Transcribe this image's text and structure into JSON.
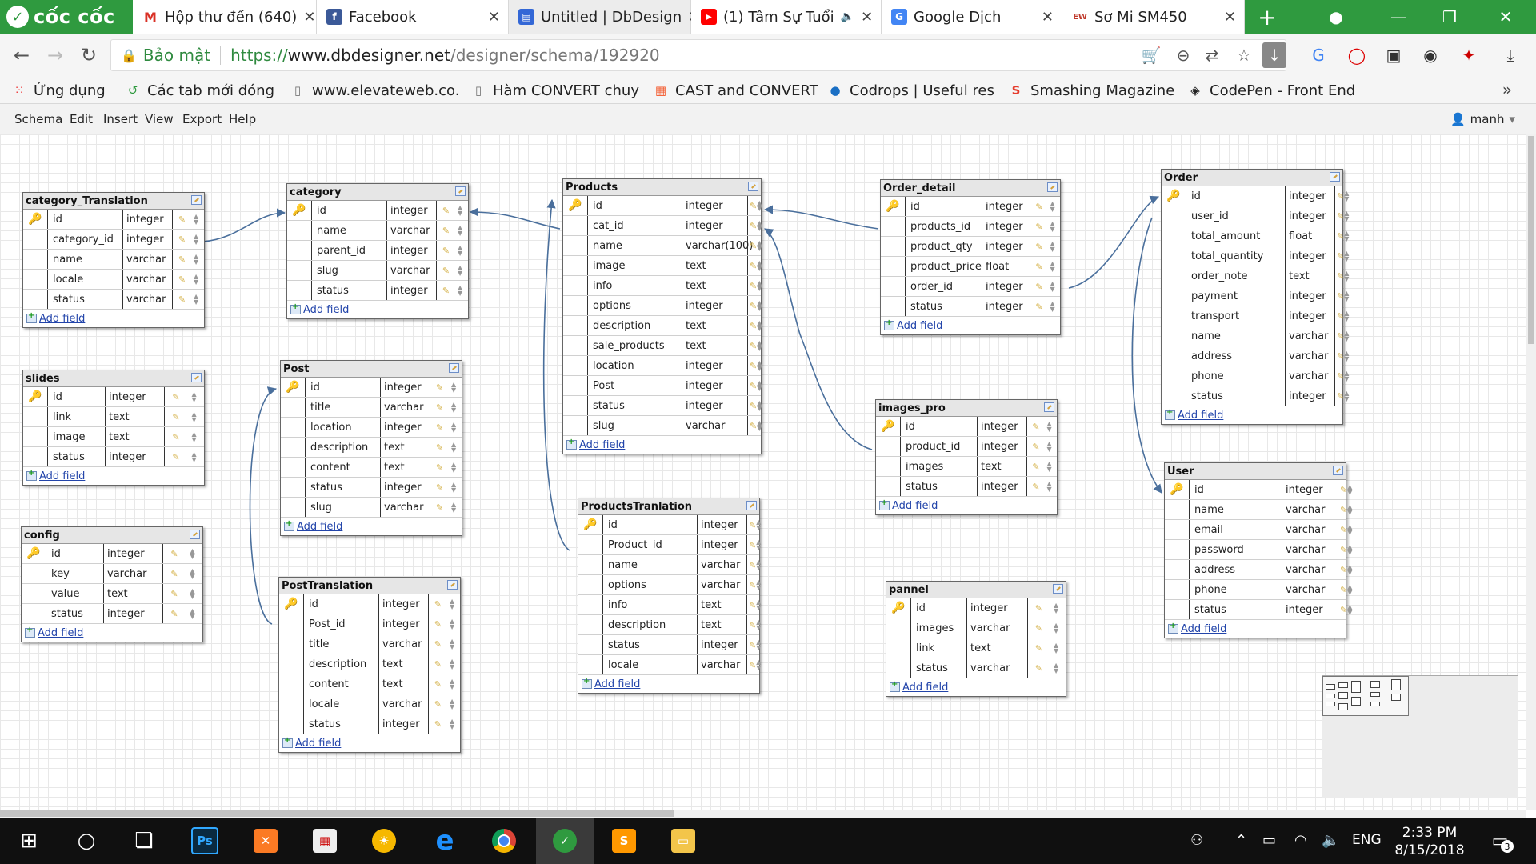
{
  "browser": {
    "brand": "cốc cốc",
    "tabs": [
      {
        "title": "Hộp thư đến (640)",
        "icon": "gmail-icon",
        "color": "#d93025"
      },
      {
        "title": "Facebook",
        "icon": "facebook-icon",
        "color": "#3b5998"
      },
      {
        "title": "Untitled | DbDesign",
        "icon": "dbdesigner-icon",
        "color": "#3367d6",
        "active": true
      },
      {
        "title": "(1) Tâm Sự Tuổi",
        "icon": "youtube-icon",
        "color": "#ff0000",
        "muted": true
      },
      {
        "title": "Google Dịch",
        "icon": "google-translate-icon",
        "color": "#4285f4"
      },
      {
        "title": "Sơ Mi SM450",
        "icon": "shop-icon",
        "color": "#c0392b"
      }
    ],
    "address": {
      "secure_label": "Bảo mật",
      "url_scheme": "https://",
      "url_host": "www.dbdesigner.net",
      "url_path": "/designer/schema/192920"
    },
    "bookmarks": [
      {
        "label": "Ứng dụng",
        "icon": "apps-icon"
      },
      {
        "label": "Các tab mới đóng",
        "icon": "recent-tabs-icon"
      },
      {
        "label": "www.elevateweb.co.",
        "icon": "page-icon"
      },
      {
        "label": "Hàm CONVERT chuy",
        "icon": "page-icon"
      },
      {
        "label": "CAST and CONVERT",
        "icon": "microsoft-icon"
      },
      {
        "label": "Codrops | Useful res",
        "icon": "codrops-icon"
      },
      {
        "label": "Smashing Magazine",
        "icon": "smashing-icon"
      },
      {
        "label": "CodePen - Front End",
        "icon": "codepen-icon"
      }
    ]
  },
  "app": {
    "menu": [
      "Schema",
      "Edit",
      "Insert",
      "View",
      "Export",
      "Help"
    ],
    "user": "manh",
    "add_field_label": "Add field"
  },
  "tables": [
    {
      "name": "category_Translation",
      "fields": [
        {
          "name": "id",
          "type": "integer",
          "pk": true
        },
        {
          "name": "category_id",
          "type": "integer"
        },
        {
          "name": "name",
          "type": "varchar"
        },
        {
          "name": "locale",
          "type": "varchar"
        },
        {
          "name": "status",
          "type": "varchar"
        }
      ]
    },
    {
      "name": "category",
      "fields": [
        {
          "name": "id",
          "type": "integer",
          "pk": true
        },
        {
          "name": "name",
          "type": "varchar"
        },
        {
          "name": "parent_id",
          "type": "integer"
        },
        {
          "name": "slug",
          "type": "varchar"
        },
        {
          "name": "status",
          "type": "integer"
        }
      ]
    },
    {
      "name": "Products",
      "fields": [
        {
          "name": "id",
          "type": "integer",
          "pk": true
        },
        {
          "name": "cat_id",
          "type": "integer"
        },
        {
          "name": "name",
          "type": "varchar(100)"
        },
        {
          "name": "image",
          "type": "text"
        },
        {
          "name": "info",
          "type": "text"
        },
        {
          "name": "options",
          "type": "integer"
        },
        {
          "name": "description",
          "type": "text"
        },
        {
          "name": "sale_products",
          "type": "text"
        },
        {
          "name": "location",
          "type": "integer"
        },
        {
          "name": "Post",
          "type": "integer"
        },
        {
          "name": "status",
          "type": "integer"
        },
        {
          "name": "slug",
          "type": "varchar"
        }
      ]
    },
    {
      "name": "Order_detail",
      "fields": [
        {
          "name": "id",
          "type": "integer",
          "pk": true
        },
        {
          "name": "products_id",
          "type": "integer"
        },
        {
          "name": "product_qty",
          "type": "integer"
        },
        {
          "name": "product_price",
          "type": "float"
        },
        {
          "name": "order_id",
          "type": "integer"
        },
        {
          "name": "status",
          "type": "integer"
        }
      ]
    },
    {
      "name": "Order",
      "fields": [
        {
          "name": "id",
          "type": "integer",
          "pk": true
        },
        {
          "name": "user_id",
          "type": "integer"
        },
        {
          "name": "total_amount",
          "type": "float"
        },
        {
          "name": "total_quantity",
          "type": "integer"
        },
        {
          "name": "order_note",
          "type": "text"
        },
        {
          "name": "payment",
          "type": "integer"
        },
        {
          "name": "transport",
          "type": "integer"
        },
        {
          "name": "name",
          "type": "varchar"
        },
        {
          "name": "address",
          "type": "varchar"
        },
        {
          "name": "phone",
          "type": "varchar"
        },
        {
          "name": "status",
          "type": "integer"
        }
      ]
    },
    {
      "name": "slides",
      "fields": [
        {
          "name": "id",
          "type": "integer",
          "pk": true
        },
        {
          "name": "link",
          "type": "text"
        },
        {
          "name": "image",
          "type": "text"
        },
        {
          "name": "status",
          "type": "integer"
        }
      ]
    },
    {
      "name": "Post",
      "fields": [
        {
          "name": "id",
          "type": "integer",
          "pk": true
        },
        {
          "name": "title",
          "type": "varchar"
        },
        {
          "name": "location",
          "type": "integer"
        },
        {
          "name": "description",
          "type": "text"
        },
        {
          "name": "content",
          "type": "text"
        },
        {
          "name": "status",
          "type": "integer"
        },
        {
          "name": "slug",
          "type": "varchar"
        }
      ]
    },
    {
      "name": "images_pro",
      "fields": [
        {
          "name": "id",
          "type": "integer",
          "pk": true
        },
        {
          "name": "product_id",
          "type": "integer"
        },
        {
          "name": "images",
          "type": "text"
        },
        {
          "name": "status",
          "type": "integer"
        }
      ]
    },
    {
      "name": "User",
      "fields": [
        {
          "name": "id",
          "type": "integer",
          "pk": true
        },
        {
          "name": "name",
          "type": "varchar"
        },
        {
          "name": "email",
          "type": "varchar"
        },
        {
          "name": "password",
          "type": "varchar"
        },
        {
          "name": "address",
          "type": "varchar"
        },
        {
          "name": "phone",
          "type": "varchar"
        },
        {
          "name": "status",
          "type": "integer"
        }
      ]
    },
    {
      "name": "config",
      "fields": [
        {
          "name": "id",
          "type": "integer",
          "pk": true
        },
        {
          "name": "key",
          "type": "varchar"
        },
        {
          "name": "value",
          "type": "text"
        },
        {
          "name": "status",
          "type": "integer"
        }
      ]
    },
    {
      "name": "ProductsTranlation",
      "fields": [
        {
          "name": "id",
          "type": "integer",
          "pk": true
        },
        {
          "name": "Product_id",
          "type": "integer"
        },
        {
          "name": "name",
          "type": "varchar"
        },
        {
          "name": "options",
          "type": "varchar"
        },
        {
          "name": "info",
          "type": "text"
        },
        {
          "name": "description",
          "type": "text"
        },
        {
          "name": "status",
          "type": "integer"
        },
        {
          "name": "locale",
          "type": "varchar"
        }
      ]
    },
    {
      "name": "PostTranslation",
      "fields": [
        {
          "name": "id",
          "type": "integer",
          "pk": true
        },
        {
          "name": "Post_id",
          "type": "integer"
        },
        {
          "name": "title",
          "type": "varchar"
        },
        {
          "name": "description",
          "type": "text"
        },
        {
          "name": "content",
          "type": "text"
        },
        {
          "name": "locale",
          "type": "varchar"
        },
        {
          "name": "status",
          "type": "integer"
        }
      ]
    },
    {
      "name": "pannel",
      "fields": [
        {
          "name": "id",
          "type": "integer",
          "pk": true
        },
        {
          "name": "images",
          "type": "varchar"
        },
        {
          "name": "link",
          "type": "text"
        },
        {
          "name": "status",
          "type": "varchar"
        }
      ]
    }
  ],
  "taskbar": {
    "apps": [
      "windows-start-icon",
      "cortana-icon",
      "task-view-icon",
      "photoshop-icon",
      "xampp-icon",
      "folder-app-icon",
      "sun-app-icon",
      "edge-icon",
      "chrome-icon",
      "coccoc-icon",
      "sublime-icon",
      "explorer-icon"
    ],
    "language": "ENG",
    "time": "2:33 PM",
    "date": "8/15/2018",
    "notification_count": "3"
  },
  "colors": {
    "browser_green": "#2f9a3f",
    "connector": "#4a6f9c",
    "link": "#2244aa"
  }
}
